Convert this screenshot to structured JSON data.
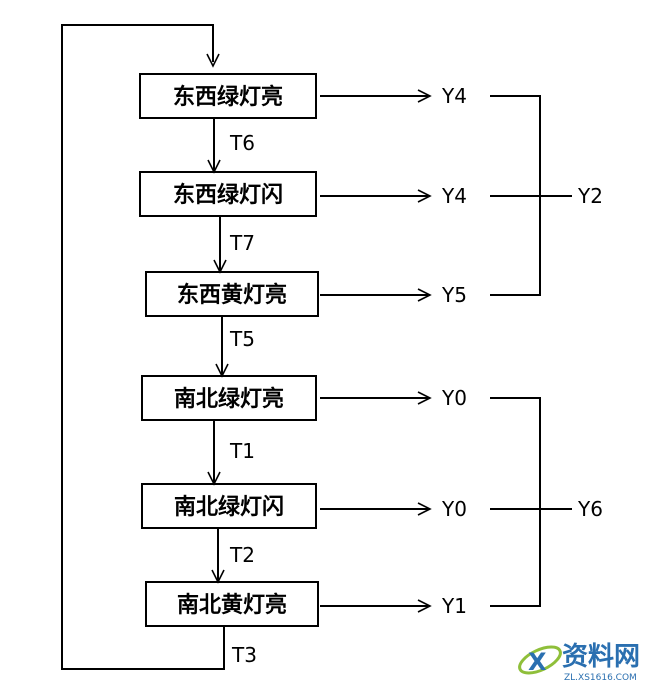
{
  "states": [
    {
      "label": "东西绿灯亮",
      "output": "Y4"
    },
    {
      "label": "东西绿灯闪",
      "output": "Y4"
    },
    {
      "label": "东西黄灯亮",
      "output": "Y5"
    },
    {
      "label": "南北绿灯亮",
      "output": "Y0"
    },
    {
      "label": "南北绿灯闪",
      "output": "Y0"
    },
    {
      "label": "南北黄灯亮",
      "output": "Y1"
    }
  ],
  "timers": [
    "T6",
    "T7",
    "T5",
    "T1",
    "T2",
    "T3"
  ],
  "groups": [
    {
      "label": "Y2"
    },
    {
      "label": "Y6"
    }
  ],
  "watermark": {
    "text": "资料网",
    "url": "ZL.XS1616.COM"
  },
  "colors": {
    "line": "#000000",
    "watermark": "#2a6fb0"
  }
}
